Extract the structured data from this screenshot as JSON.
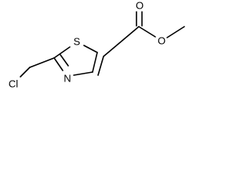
{
  "molecule": {
    "atoms": {
      "chlorine": "Cl",
      "sulfur": "S",
      "nitrogen": "N",
      "carbonyl_oxygen": "O",
      "ester_oxygen": "O"
    }
  }
}
